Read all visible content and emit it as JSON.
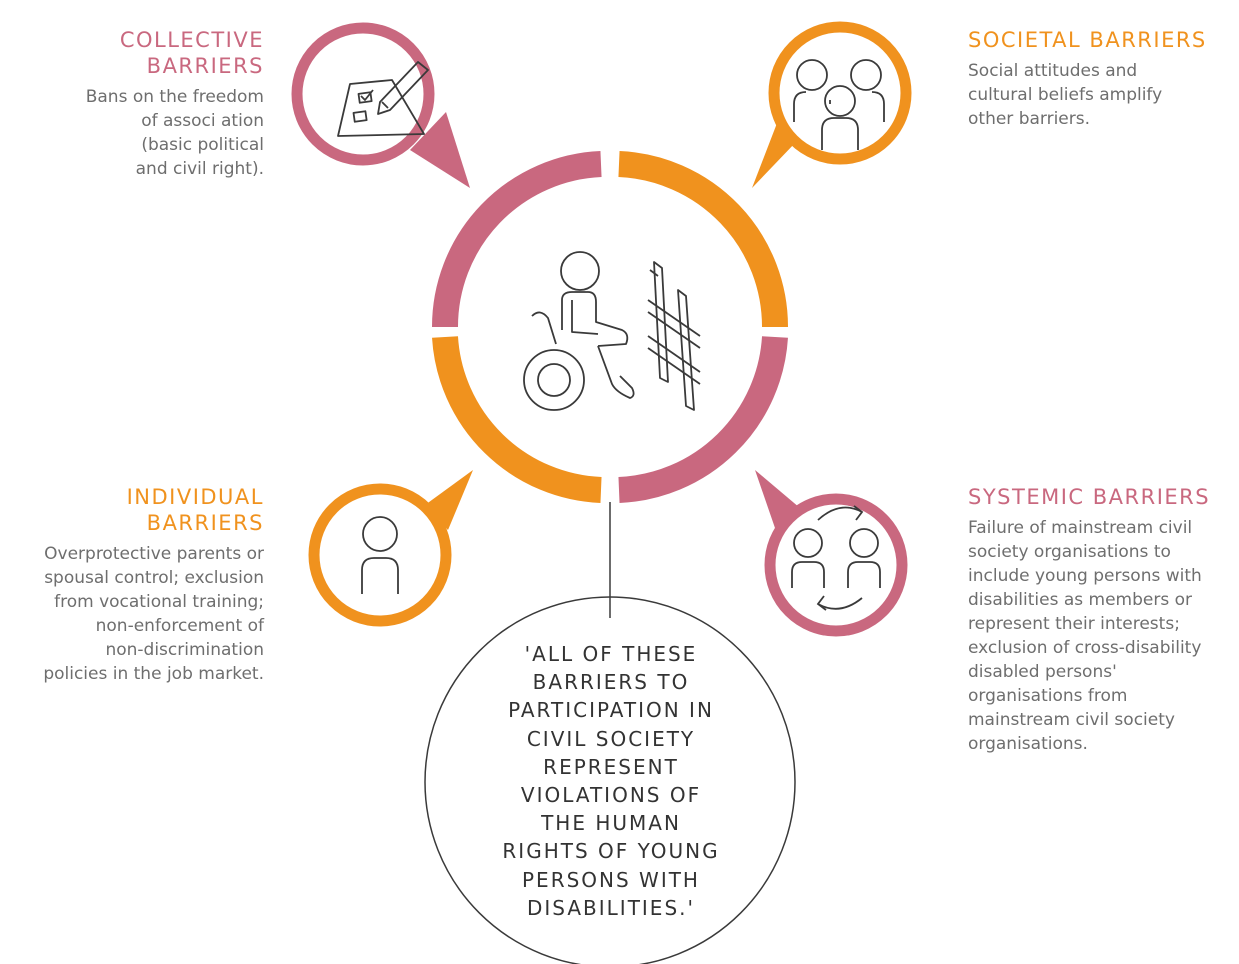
{
  "colors": {
    "pink": "#c9687f",
    "orange": "#f0921e",
    "text": "#6e6e6e",
    "dark": "#333333",
    "line": "#3a3a3a"
  },
  "collective": {
    "title": [
      "COLLECTIVE",
      "BARRIERS"
    ],
    "desc": [
      "Bans on the freedom",
      "of associ ation",
      "(basic political",
      "and civil right)."
    ],
    "icon": "ballot-voting-icon"
  },
  "societal": {
    "title": [
      "SOCIETAL BARRIERS"
    ],
    "desc": [
      "Social attitudes and",
      "cultural beliefs amplify",
      "other barriers."
    ],
    "icon": "group-of-people-icon"
  },
  "individual": {
    "title": [
      "INDIVIDUAL",
      "BARRIERS"
    ],
    "desc": [
      "Overprotective parents or",
      "spousal control; exclusion",
      "from vocational training;",
      "non-enforcement of",
      "non-discrimination",
      "policies in the job market."
    ],
    "icon": "person-icon"
  },
  "systemic": {
    "title": [
      "SYSTEMIC BARRIERS"
    ],
    "desc": [
      "Failure of mainstream civil",
      "society organisations to",
      "include young persons with",
      "disabilities as members or",
      "represent their interests;",
      "exclusion of cross-disability",
      "disabled persons'",
      "organisations from",
      "mainstream civil society",
      "organisations."
    ],
    "icon": "two-people-exchange-icon"
  },
  "center": {
    "icon": "wheelchair-user-with-barrier-icon"
  },
  "quote": {
    "lines": [
      "'ALL OF THESE",
      "BARRIERS TO",
      "PARTICIPATION IN",
      "CIVIL SOCIETY",
      "REPRESENT",
      "VIOLATIONS OF",
      "THE HUMAN",
      "RIGHTS OF YOUNG",
      "PERSONS WITH",
      "DISABILITIES.'"
    ]
  }
}
